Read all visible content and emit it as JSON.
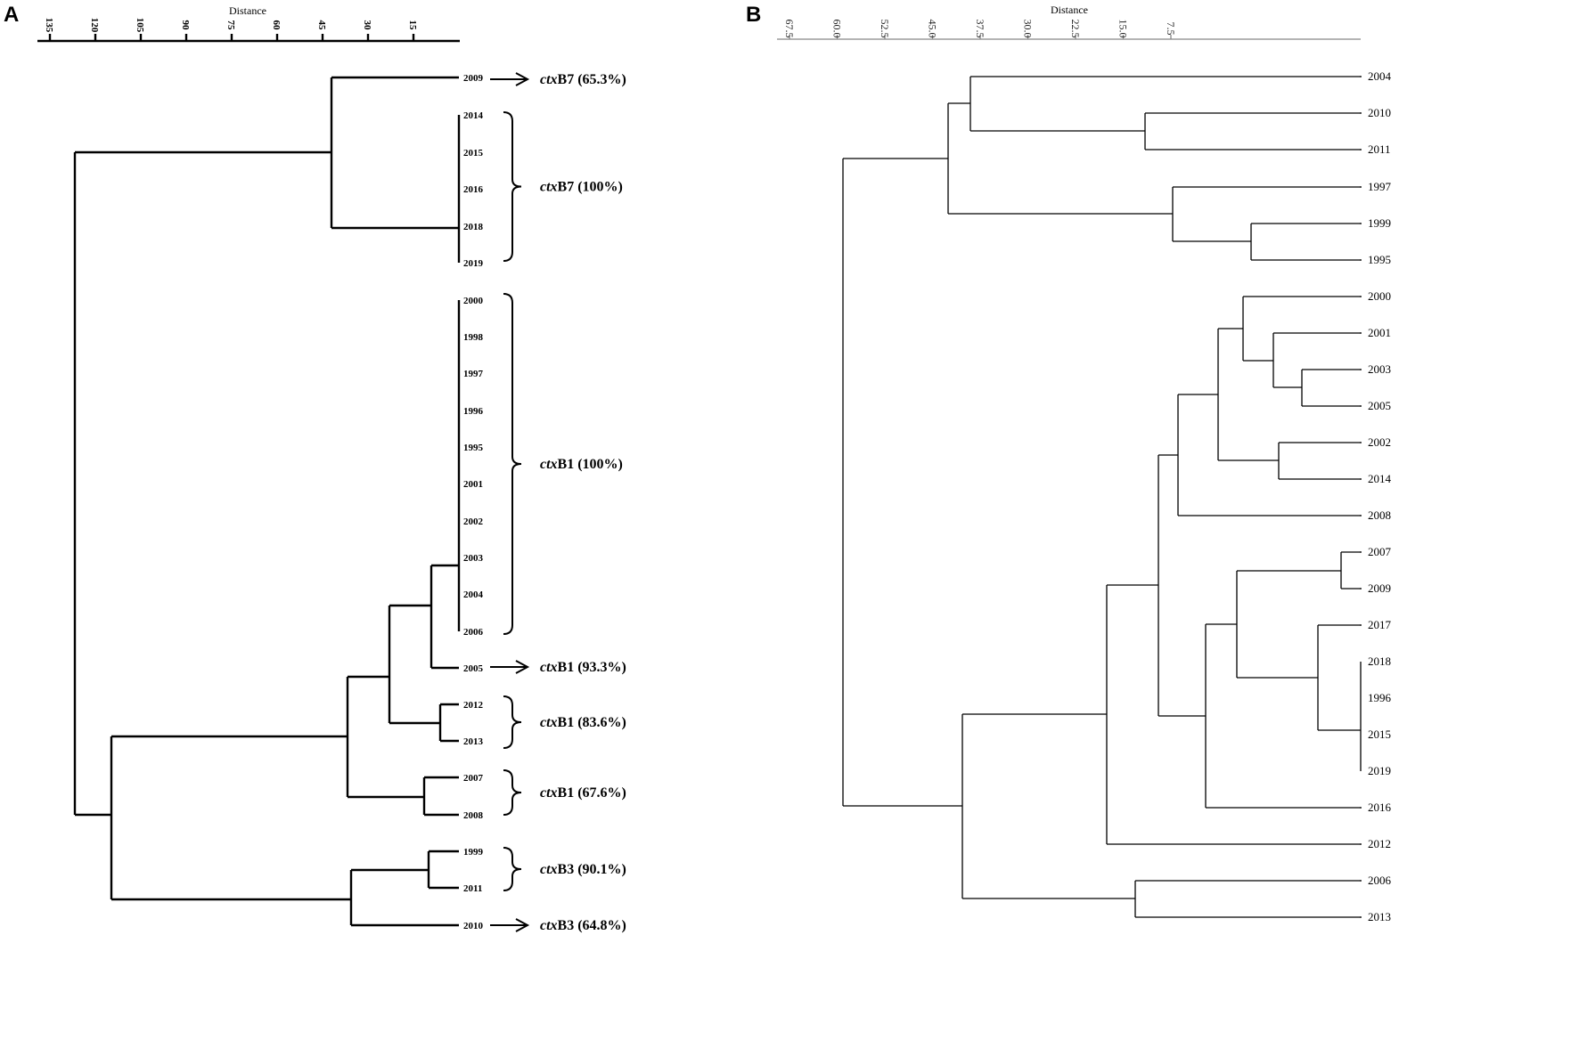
{
  "figure": {
    "panel_a_label": "A",
    "panel_b_label": "B"
  },
  "panel_a": {
    "axis_title": "Distance",
    "ticks": [
      "135",
      "120",
      "105",
      "90",
      "75",
      "60",
      "45",
      "30",
      "15"
    ],
    "leaves": [
      "2009",
      "2014",
      "2015",
      "2016",
      "2018",
      "2019",
      "2000",
      "1998",
      "1997",
      "1996",
      "1995",
      "2001",
      "2002",
      "2003",
      "2004",
      "2006",
      "2005",
      "2012",
      "2013",
      "2007",
      "2008",
      "1999",
      "2011",
      "2010"
    ],
    "annotations": [
      {
        "gene": "ctx",
        "rest": "B7 (65.3%)",
        "style": "arrow"
      },
      {
        "gene": "ctx",
        "rest": "B7 (100%)",
        "style": "brace"
      },
      {
        "gene": "ctx",
        "rest": "B1 (100%)",
        "style": "brace"
      },
      {
        "gene": "ctx",
        "rest": "B1 (93.3%)",
        "style": "arrow"
      },
      {
        "gene": "ctx",
        "rest": "B1 (83.6%)",
        "style": "brace"
      },
      {
        "gene": "ctx",
        "rest": "B1 (67.6%)",
        "style": "brace"
      },
      {
        "gene": "ctx",
        "rest": "B3 (90.1%)",
        "style": "brace"
      },
      {
        "gene": "ctx",
        "rest": "B3 (64.8%)",
        "style": "arrow"
      }
    ]
  },
  "panel_b": {
    "axis_title": "Distance",
    "ticks": [
      "67.5",
      "60.0",
      "52.5",
      "45.0",
      "37.5",
      "30.0",
      "22.5",
      "15.0",
      "7.5"
    ],
    "leaves": [
      "2004",
      "2010",
      "2011",
      "1997",
      "1999",
      "1995",
      "2000",
      "2001",
      "2003",
      "2005",
      "2002",
      "2014",
      "2008",
      "2007",
      "2009",
      "2017",
      "2018",
      "1996",
      "2015",
      "2019",
      "2016",
      "2012",
      "2006",
      "2013"
    ]
  }
}
